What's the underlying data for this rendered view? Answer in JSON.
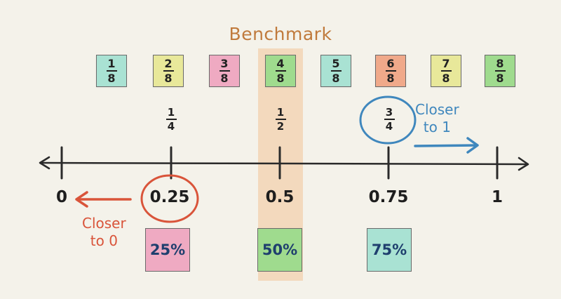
{
  "benchmark": {
    "label": "Benchmark",
    "band_color": "#f3d9bd",
    "text_color": "#c07a3c"
  },
  "eighths": [
    {
      "num": "1",
      "den": "8",
      "color": "#a9e2d3"
    },
    {
      "num": "2",
      "den": "8",
      "color": "#e8e89a"
    },
    {
      "num": "3",
      "den": "8",
      "color": "#efaac2"
    },
    {
      "num": "4",
      "den": "8",
      "color": "#9fdb8e"
    },
    {
      "num": "5",
      "den": "8",
      "color": "#a9e2d3"
    },
    {
      "num": "6",
      "den": "8",
      "color": "#f0a98a"
    },
    {
      "num": "7",
      "den": "8",
      "color": "#e8e89a"
    },
    {
      "num": "8",
      "den": "8",
      "color": "#9fdb8e"
    }
  ],
  "tick_fractions": [
    {
      "num": "1",
      "den": "4"
    },
    {
      "num": "1",
      "den": "2"
    },
    {
      "num": "3",
      "den": "4"
    }
  ],
  "decimals": [
    "0",
    "0.25",
    "0.5",
    "0.75",
    "1"
  ],
  "percents": [
    {
      "label": "25%",
      "color": "#efaac2"
    },
    {
      "label": "50%",
      "color": "#9fdb8e"
    },
    {
      "label": "75%",
      "color": "#a9e2d3"
    }
  ],
  "closer_to_zero": {
    "line1": "Closer",
    "line2": "to 0",
    "color": "#d9543a"
  },
  "closer_to_one": {
    "line1": "Closer",
    "line2": "to 1",
    "color": "#3f87bd"
  },
  "line_color": "#2a2a2a"
}
